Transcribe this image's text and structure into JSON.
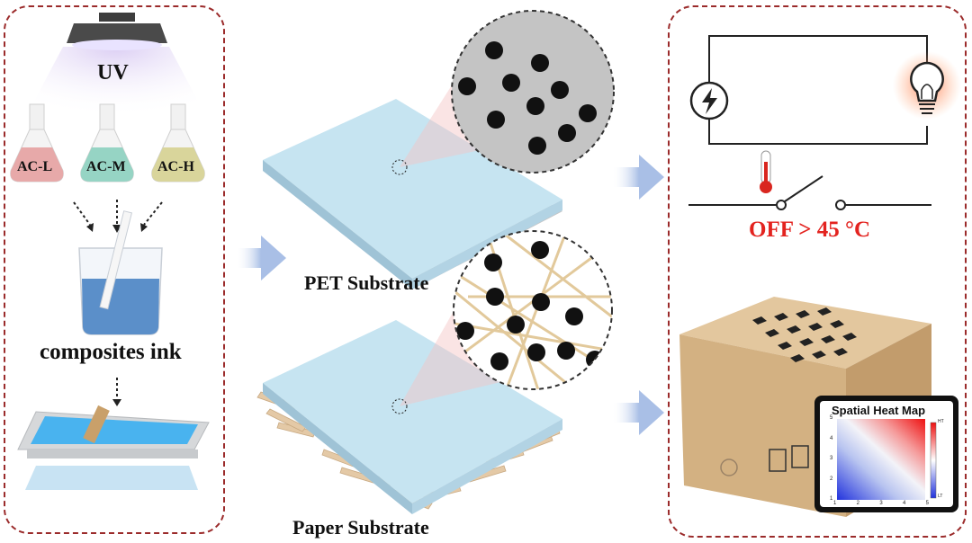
{
  "left_panel": {
    "uv_label": "UV",
    "flasks": [
      {
        "label": "AC-L",
        "color": "#e7a9a9"
      },
      {
        "label": "AC-M",
        "color": "#96d4c4"
      },
      {
        "label": "AC-H",
        "color": "#d9d59b"
      }
    ],
    "ink_label": "composites ink"
  },
  "middle": {
    "pet_label": "PET Substrate",
    "paper_label": "Paper Substrate"
  },
  "right_panel": {
    "off_label": "OFF > 45 °C",
    "heatmap": {
      "title": "Spatial Heat Map",
      "x_ticks": [
        "1",
        "2",
        "3",
        "4",
        "5"
      ],
      "y_ticks": [
        "1",
        "2",
        "3",
        "4",
        "5"
      ],
      "legend_high": "HT",
      "legend_low": "LT"
    }
  },
  "colors": {
    "panel_border": "#9b2b2b",
    "off_text": "#e3231f",
    "substrate": "#c6e4f1",
    "arrow": "#b9c9e8"
  }
}
